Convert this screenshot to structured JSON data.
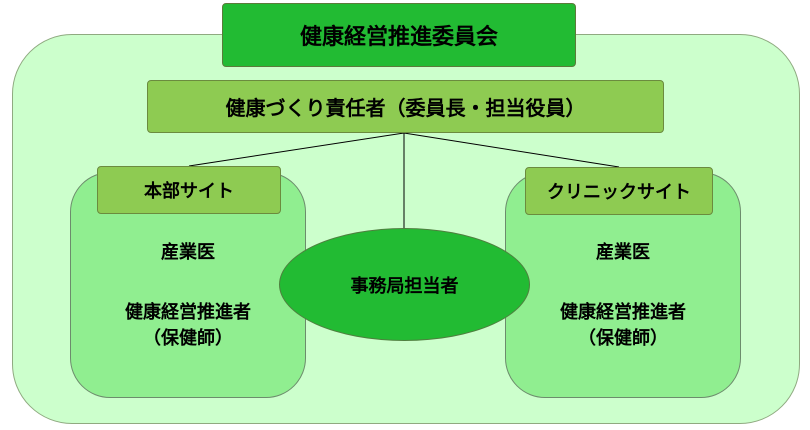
{
  "committee": {
    "title": "健康経営推進委員会"
  },
  "leader": {
    "title": "健康づくり責任者（委員長・担当役員）"
  },
  "left_site": {
    "label": "本部サイト",
    "doctor": "産業医",
    "staff_line1": "健康経営推進者",
    "staff_line2": "（保健師）"
  },
  "right_site": {
    "label": "クリニックサイト",
    "doctor": "産業医",
    "staff_line1": "健康経営推進者",
    "staff_line2": "（保健師）"
  },
  "office": {
    "title": "事務局担当者"
  },
  "colors": {
    "outer_bg": "#ccffcc",
    "committee_green": "#22bb33",
    "leader_green": "#8ecb52",
    "site_panel_green": "#90ee90",
    "connector_line": "#000000"
  }
}
